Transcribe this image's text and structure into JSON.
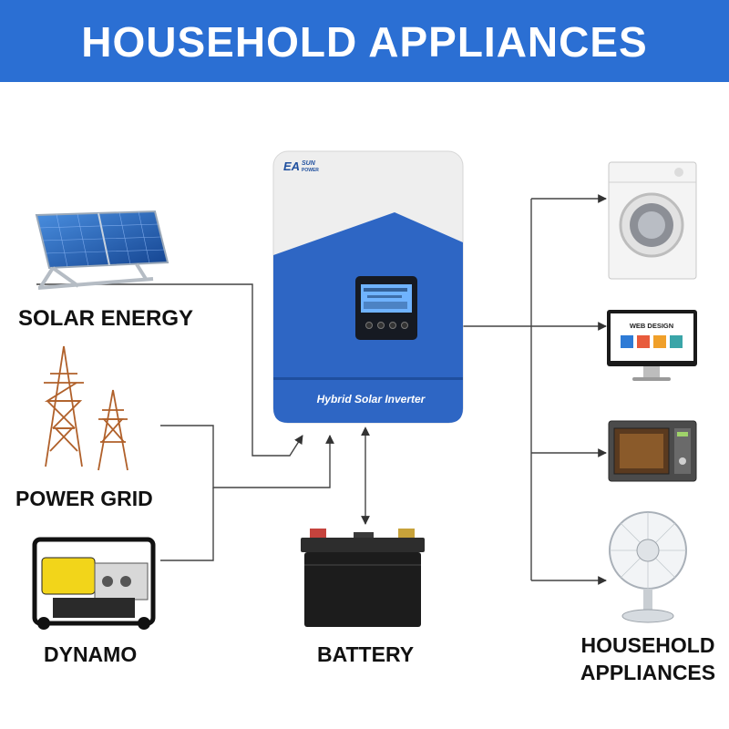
{
  "header": {
    "title": "HOUSEHOLD APPLIANCES"
  },
  "inverter": {
    "brand_main": "EA",
    "brand_sub": "SUN",
    "brand_power": "POWER",
    "label": "Hybrid Solar Inverter"
  },
  "sources": {
    "solar": "SOLAR ENERGY",
    "grid": "POWER GRID",
    "dynamo": "DYNAMO"
  },
  "storage": {
    "battery": "BATTERY"
  },
  "loads": {
    "label_line1": "HOUSEHOLD",
    "label_line2": "APPLIANCES",
    "monitor_text": "WEB DESIGN"
  },
  "colors": {
    "banner": "#2b6fd3",
    "inverter_blue": "#2e66c4",
    "connector": "#444444"
  },
  "icons": [
    "solar-panel-icon",
    "power-tower-icon",
    "generator-icon",
    "battery-icon",
    "washing-machine-icon",
    "monitor-icon",
    "microwave-icon",
    "fan-icon"
  ]
}
